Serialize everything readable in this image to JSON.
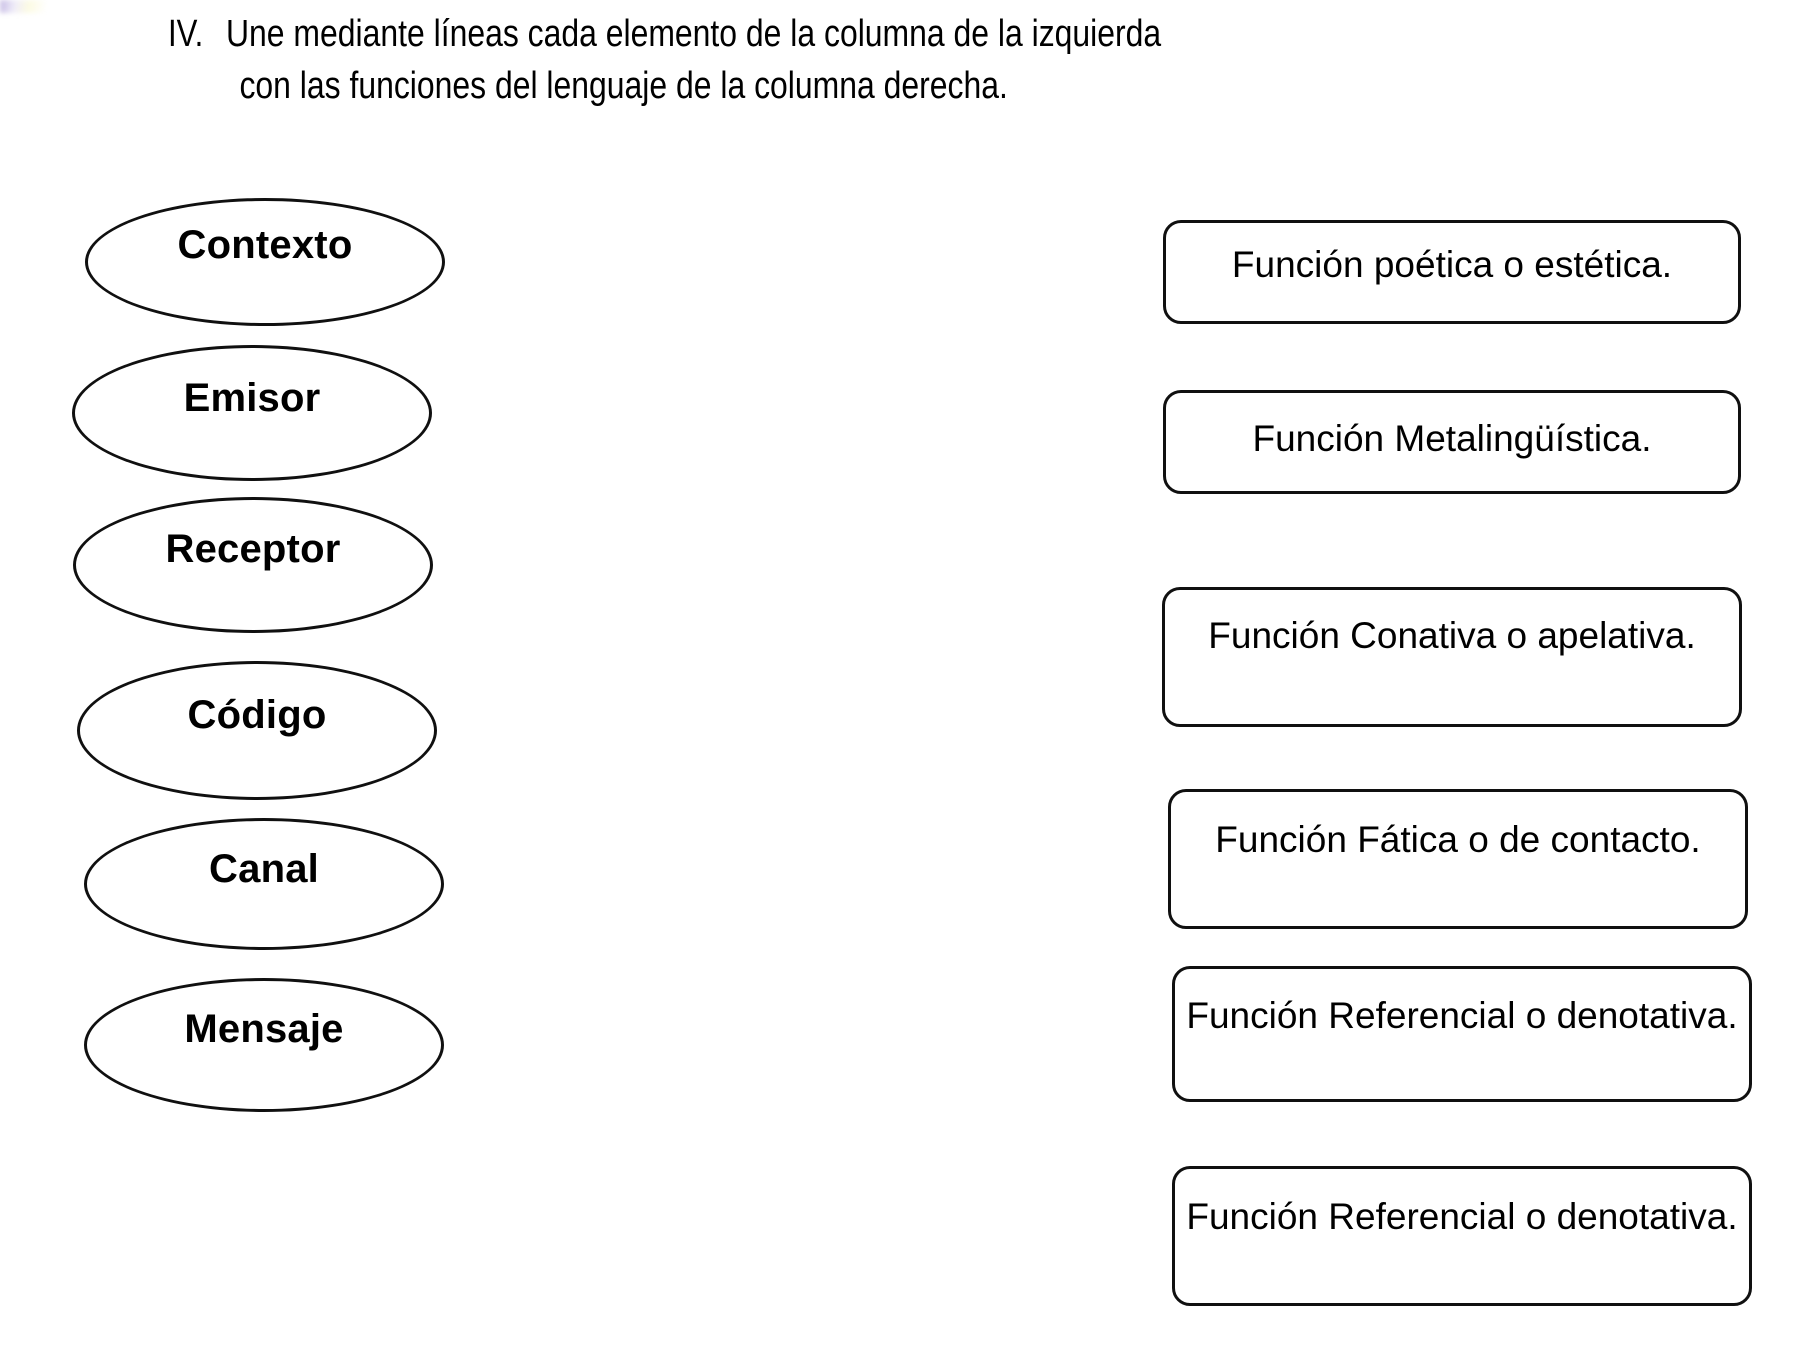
{
  "page": {
    "background_color": "#ffffff",
    "ink_color": "#101010"
  },
  "instruction": {
    "numeral": "IV.",
    "line1": "Une mediante líneas cada elemento de la columna de la izquierda",
    "line2": "con las funciones del lenguaje de la columna derecha."
  },
  "left_column": {
    "shape": "ellipse",
    "items": [
      {
        "label": "Contexto"
      },
      {
        "label": "Emisor"
      },
      {
        "label": "Receptor"
      },
      {
        "label": "Código"
      },
      {
        "label": "Canal"
      },
      {
        "label": "Mensaje"
      }
    ]
  },
  "right_column": {
    "shape": "rounded-rectangle",
    "items": [
      {
        "label": "Función poética o estética."
      },
      {
        "label": "Función Metalingüística."
      },
      {
        "label": "Función Conativa o apelativa."
      },
      {
        "label": "Función Fática o de contacto."
      },
      {
        "label": "Función Referencial o denotativa."
      },
      {
        "label": "Función Referencial o denotativa."
      }
    ]
  }
}
